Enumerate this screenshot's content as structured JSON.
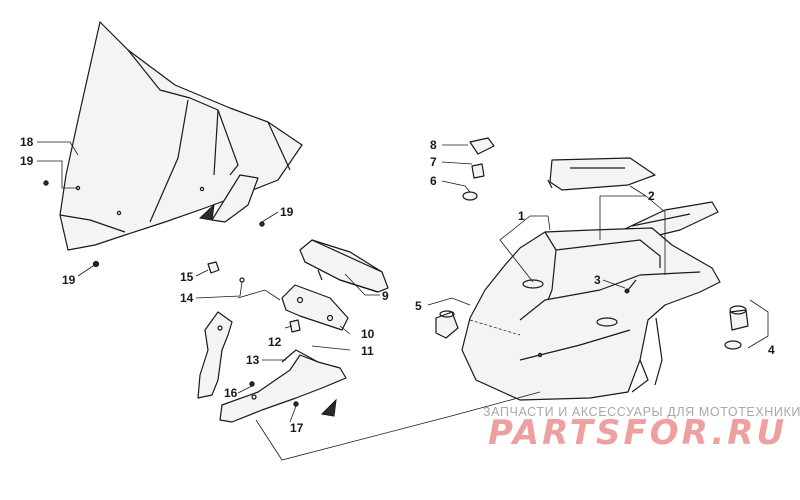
{
  "callouts": [
    "1",
    "2",
    "3",
    "4",
    "5",
    "6",
    "7",
    "8",
    "9",
    "10",
    "11",
    "12",
    "13",
    "14",
    "15",
    "16",
    "17",
    "18",
    "19"
  ],
  "watermark": {
    "caption": "ЗАПЧАСТИ И АКСЕССУАРЫ ДЛЯ МОТОТЕХНИКИ",
    "brand": "PARTSFOR.RU"
  }
}
